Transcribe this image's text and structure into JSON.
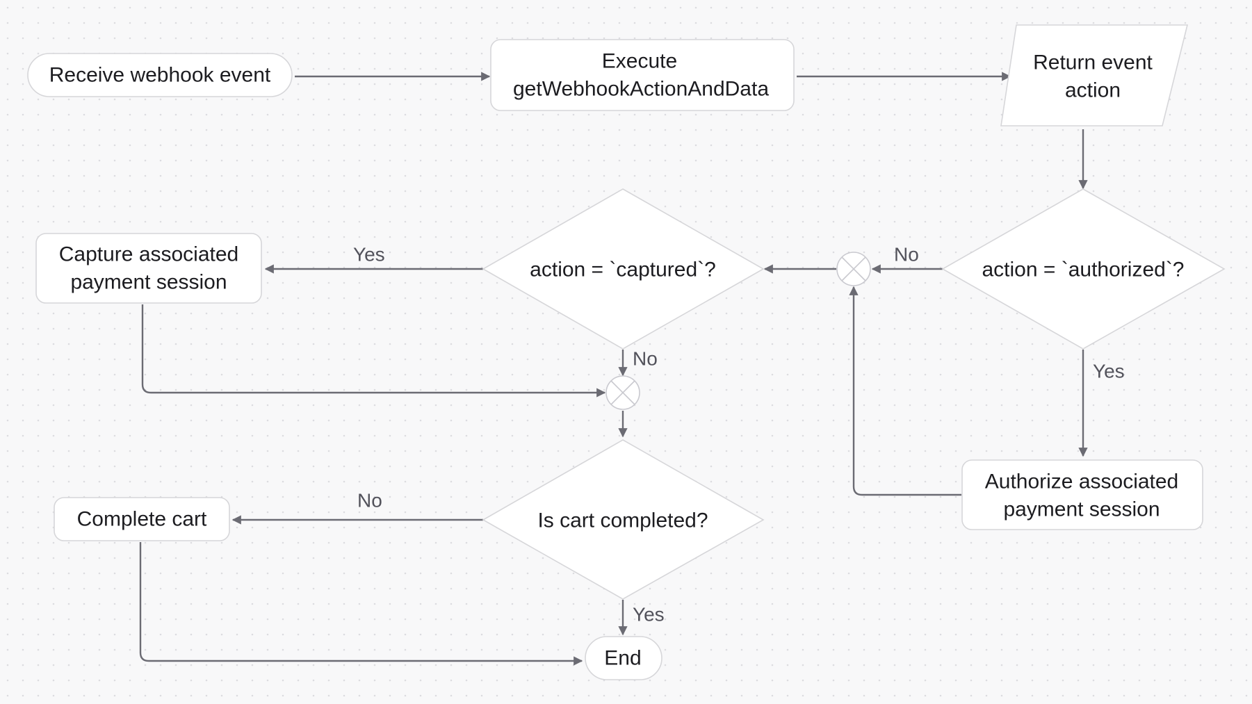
{
  "colors": {
    "background": "#f8f8f9",
    "dot_grid": "#dcdce0",
    "node_fill": "#ffffff",
    "node_border": "#d6d6d9",
    "edge": "#6b6b73",
    "text": "#1c1c20",
    "label": "#52525b"
  },
  "nodes": {
    "receive": {
      "text": "Receive webhook event"
    },
    "execute": {
      "line1": "Execute",
      "line2": "getWebhookActionAndData"
    },
    "return_action": {
      "line1": "Return event",
      "line2": "action"
    },
    "decision_authorized": {
      "text": "action = `authorized`?"
    },
    "decision_captured": {
      "text": "action = `captured`?"
    },
    "capture": {
      "line1": "Capture associated",
      "line2": "payment session"
    },
    "authorize": {
      "line1": "Authorize associated",
      "line2": "payment session"
    },
    "decision_cart": {
      "text": "Is cart completed?"
    },
    "complete_cart": {
      "text": "Complete cart"
    },
    "end": {
      "text": "End"
    }
  },
  "edge_labels": {
    "authorized_no": "No",
    "authorized_yes": "Yes",
    "captured_yes": "Yes",
    "captured_no": "No",
    "cart_no": "No",
    "cart_yes": "Yes"
  }
}
